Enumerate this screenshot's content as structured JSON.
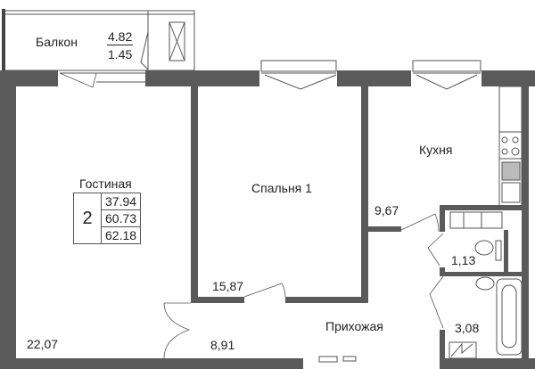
{
  "plan": {
    "colors": {
      "wall": "#555555",
      "line": "#333333",
      "background": "#ffffff"
    },
    "rooms": [
      {
        "id": "balcony",
        "name": "Балкон",
        "area_top": "4.82",
        "area_bottom": "1.45"
      },
      {
        "id": "living",
        "name": "Гостиная",
        "area": "22,07"
      },
      {
        "id": "bedroom",
        "name": "Спальня 1",
        "area": "15,87"
      },
      {
        "id": "kitchen",
        "name": "Кухня",
        "area": "9,67"
      },
      {
        "id": "toilet",
        "area": "1,13"
      },
      {
        "id": "bathroom",
        "area": "3,08"
      },
      {
        "id": "hallway",
        "name": "Прихожая",
        "area": "8,91"
      }
    ],
    "summary": {
      "rooms_count": "2",
      "living_area": "37.94",
      "total_area": "60.73",
      "total_area_with_balcony": "62.18"
    }
  }
}
